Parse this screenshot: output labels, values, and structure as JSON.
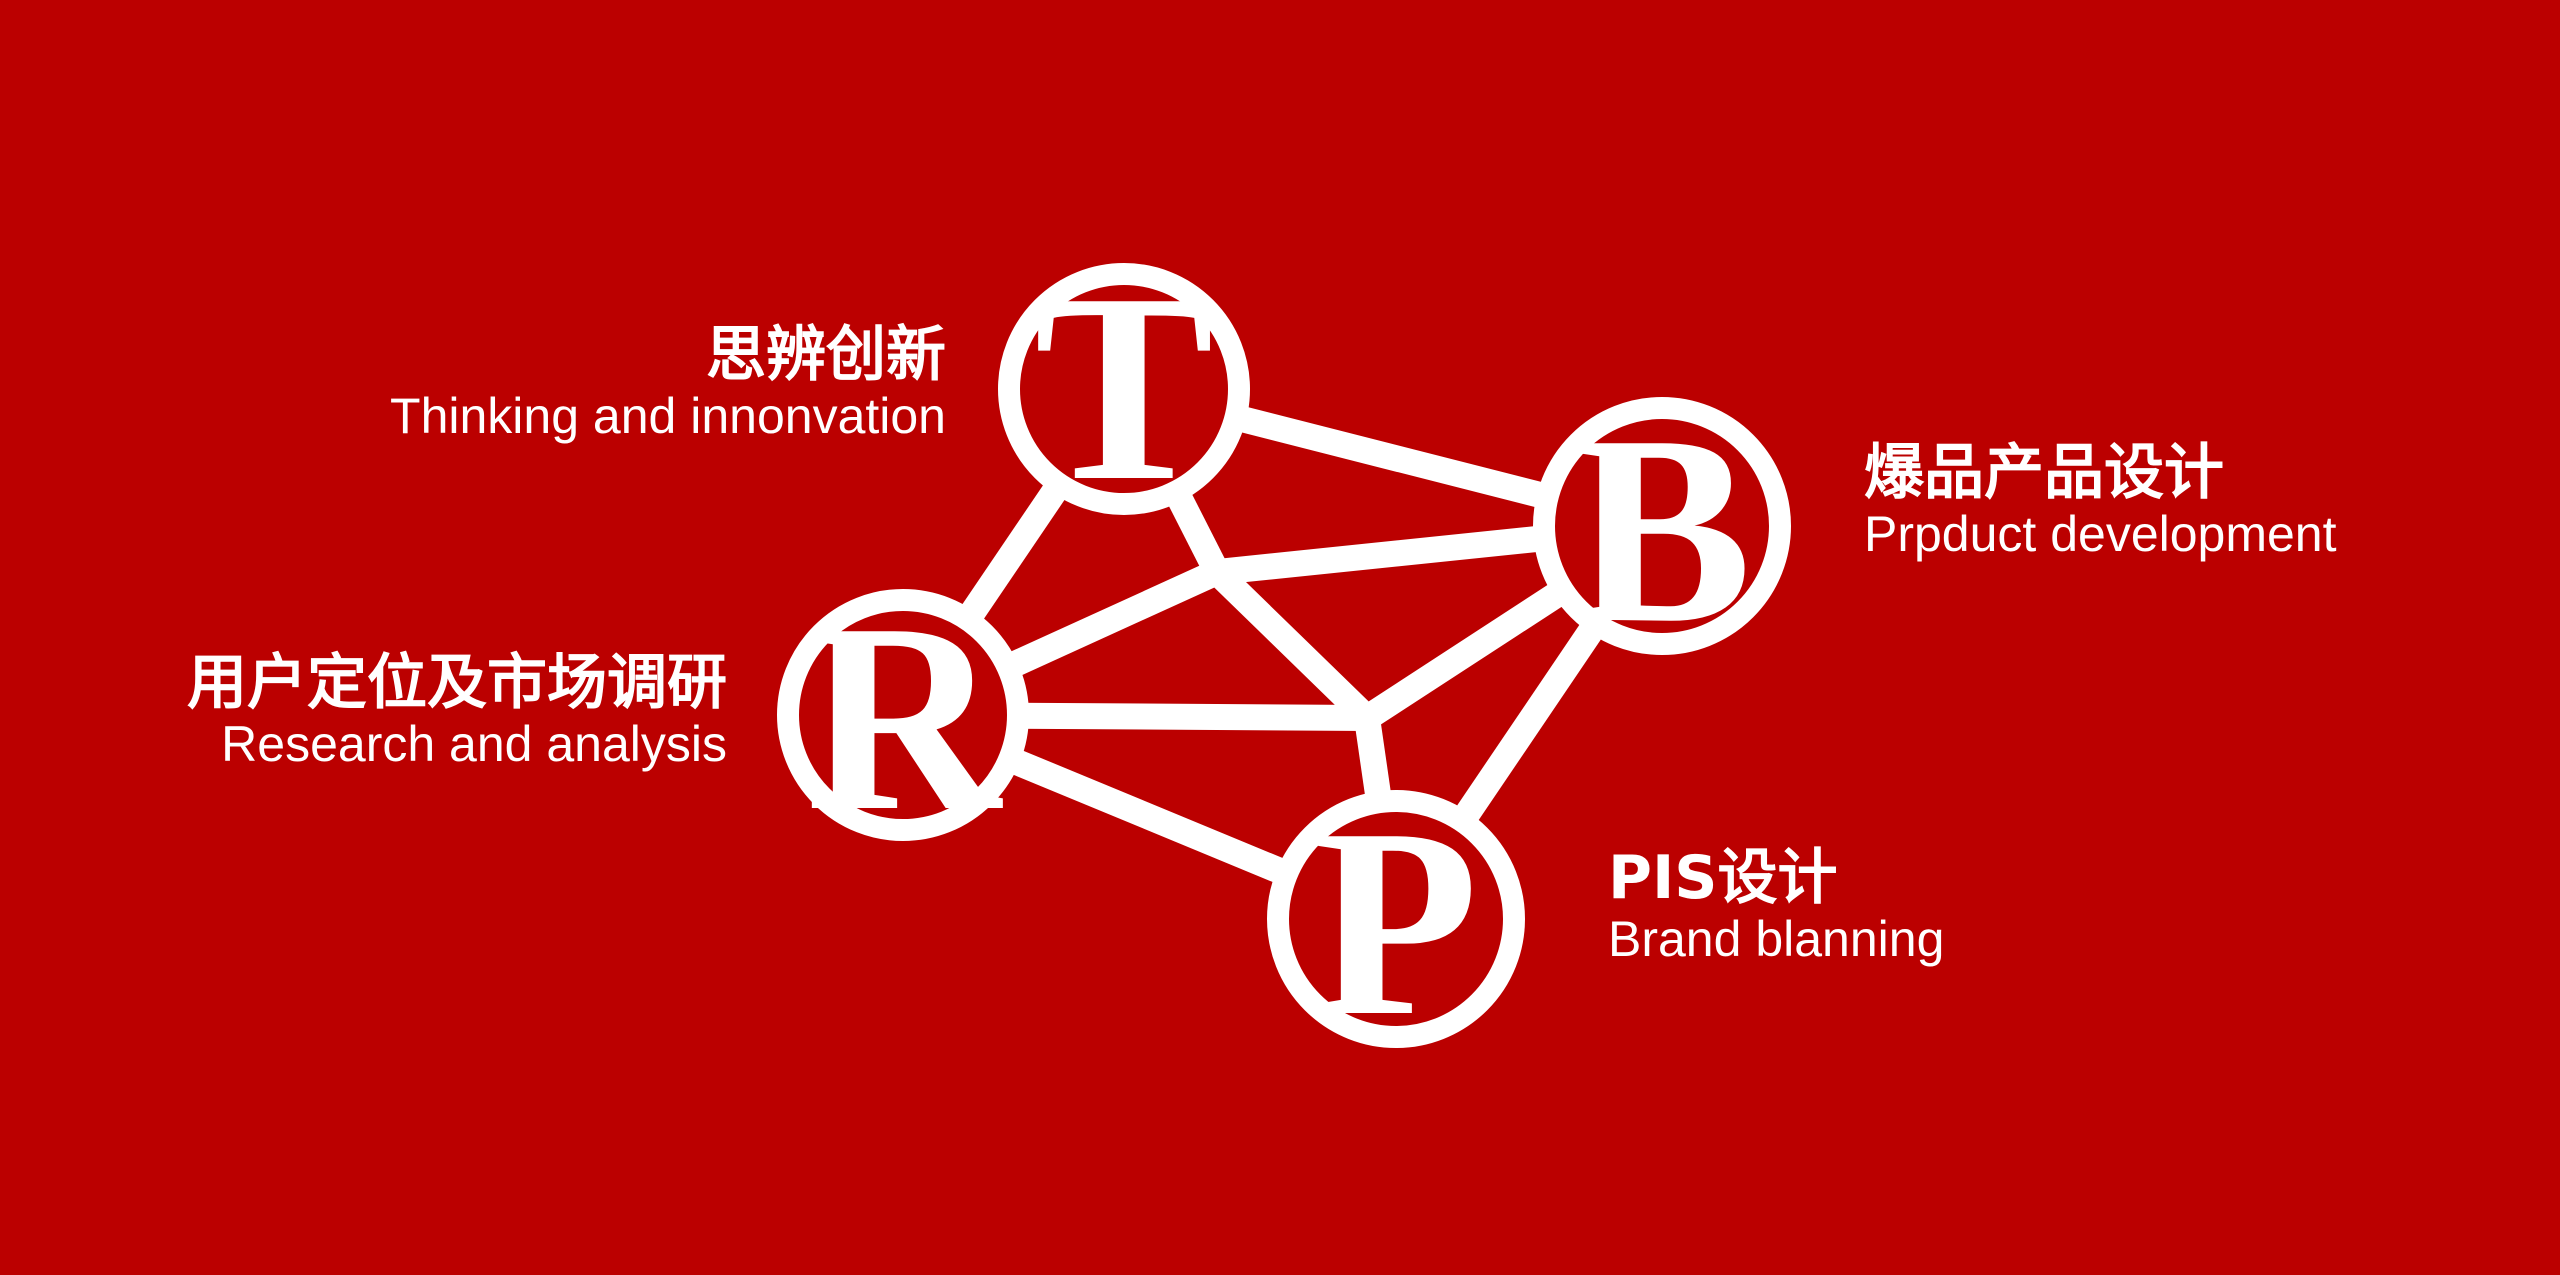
{
  "colors": {
    "background": "#bb0000",
    "foreground": "#ffffff"
  },
  "nodes": [
    {
      "letter": "T",
      "title_zh": "思辨创新",
      "title_en": "Thinking and innonvation"
    },
    {
      "letter": "B",
      "title_zh": "爆品产品设计",
      "title_en": "Prpduct development"
    },
    {
      "letter": "R",
      "title_zh": "用户定位及市场调研",
      "title_en": "Research and analysis"
    },
    {
      "letter": "P",
      "title_zh": "PIS设计",
      "title_en": "Brand blanning"
    }
  ]
}
